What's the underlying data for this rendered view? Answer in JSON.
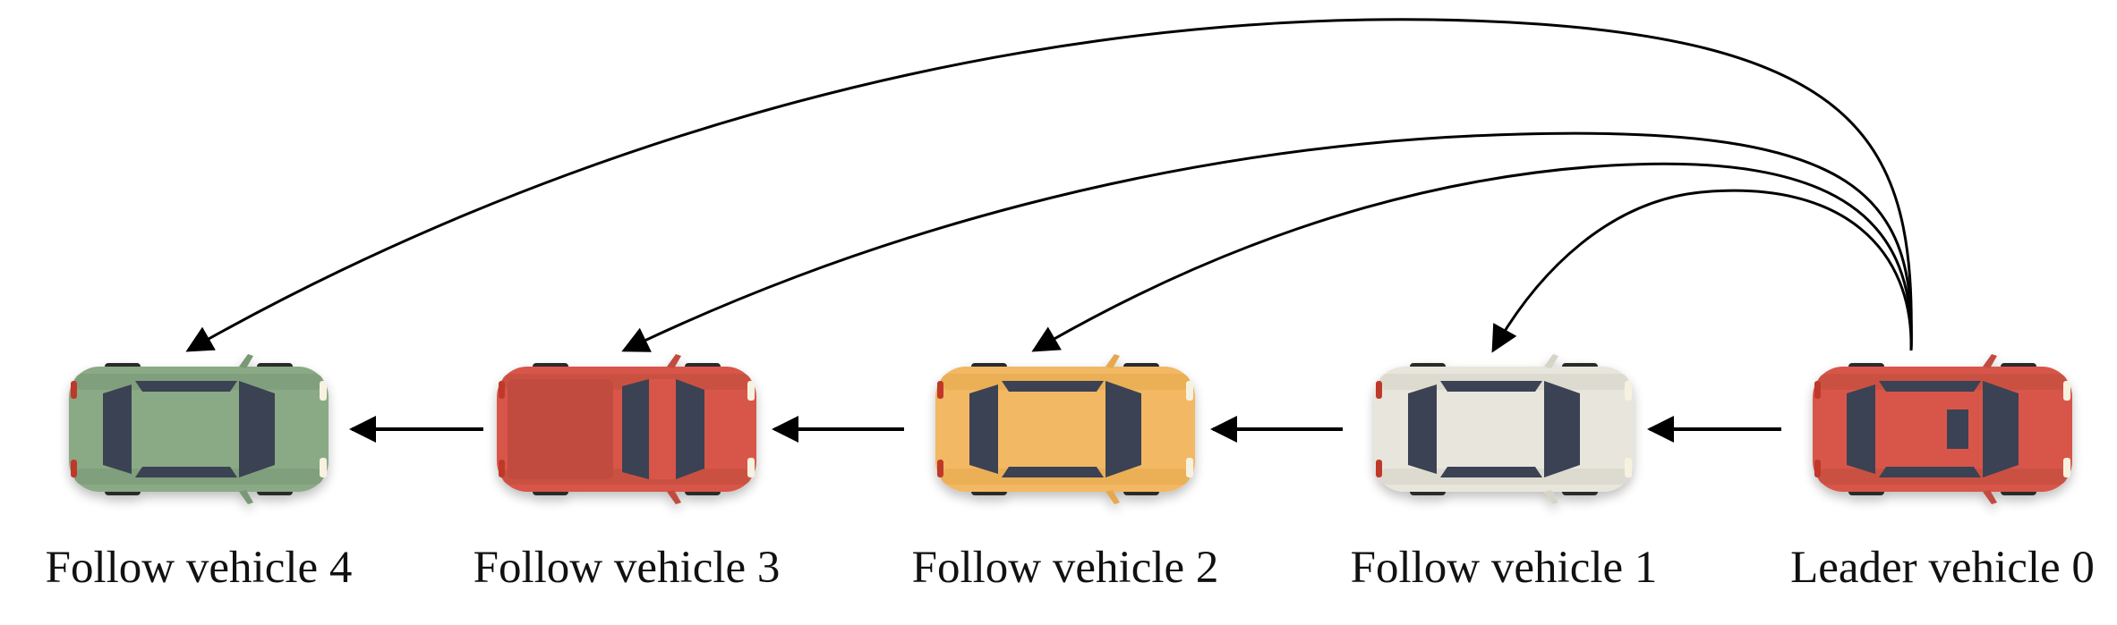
{
  "diagram": {
    "vehicles": [
      {
        "label": "Follow vehicle 4",
        "body_color": "#8aaa85",
        "shade_color": "#7a9876",
        "style": "hatch"
      },
      {
        "label": "Follow vehicle 3",
        "body_color": "#d8574a",
        "shade_color": "#c24c40",
        "style": "pickup"
      },
      {
        "label": "Follow vehicle 2",
        "body_color": "#f2b863",
        "shade_color": "#e6a84f",
        "style": "sedan"
      },
      {
        "label": "Follow vehicle 1",
        "body_color": "#e8e6dc",
        "shade_color": "#d6d3c7",
        "style": "sedan"
      },
      {
        "label": "Leader vehicle 0",
        "body_color": "#d8574a",
        "shade_color": "#c24c40",
        "style": "hatch"
      }
    ],
    "window_color": "#3a4352",
    "arrow_color": "#000000",
    "links": [
      {
        "from": "Leader vehicle 0",
        "to": "Follow vehicle 1",
        "kind": "adjacent"
      },
      {
        "from": "Follow vehicle 1",
        "to": "Follow vehicle 2",
        "kind": "adjacent"
      },
      {
        "from": "Follow vehicle 2",
        "to": "Follow vehicle 3",
        "kind": "adjacent"
      },
      {
        "from": "Follow vehicle 3",
        "to": "Follow vehicle 4",
        "kind": "adjacent"
      },
      {
        "from": "Leader vehicle 0",
        "to": "Follow vehicle 1",
        "kind": "broadcast"
      },
      {
        "from": "Leader vehicle 0",
        "to": "Follow vehicle 2",
        "kind": "broadcast"
      },
      {
        "from": "Leader vehicle 0",
        "to": "Follow vehicle 3",
        "kind": "broadcast"
      },
      {
        "from": "Leader vehicle 0",
        "to": "Follow vehicle 4",
        "kind": "broadcast"
      }
    ]
  }
}
